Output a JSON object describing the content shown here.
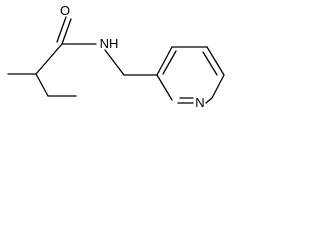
{
  "molecule": {
    "atoms": {
      "oxygen": "O",
      "amide_nh": "NH",
      "ring_nitrogen": "N"
    },
    "line_color": "#000000",
    "background_color": "#ffffff"
  }
}
